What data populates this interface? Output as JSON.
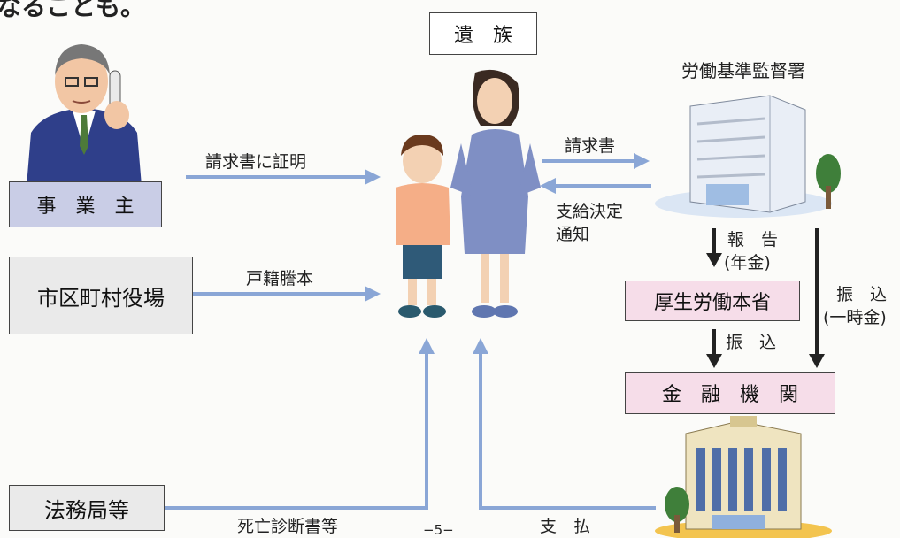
{
  "header_fragment": "なることも。",
  "family": {
    "label": "遺　族"
  },
  "employer": {
    "label": "事　業　主"
  },
  "municipal": {
    "label": "市区町村役場"
  },
  "legal": {
    "label": "法務局等"
  },
  "labor_office": {
    "label": "労働基準監督署"
  },
  "ministry": {
    "label": "厚生労働本省"
  },
  "bank": {
    "label": "金　融　機　関"
  },
  "flows": {
    "certify": "請求書に証明",
    "koseki": "戸籍謄本",
    "death_cert": "死亡診断書等",
    "claim": "請求書",
    "decision_1": "支給決定",
    "decision_2": "通知",
    "report_1": "報　告",
    "report_2": "(年金)",
    "transfer_lump_1": "振　込",
    "transfer_lump_2": "(一時金)",
    "transfer": "振　込",
    "payment": "支　払"
  },
  "page_number": "−5−"
}
